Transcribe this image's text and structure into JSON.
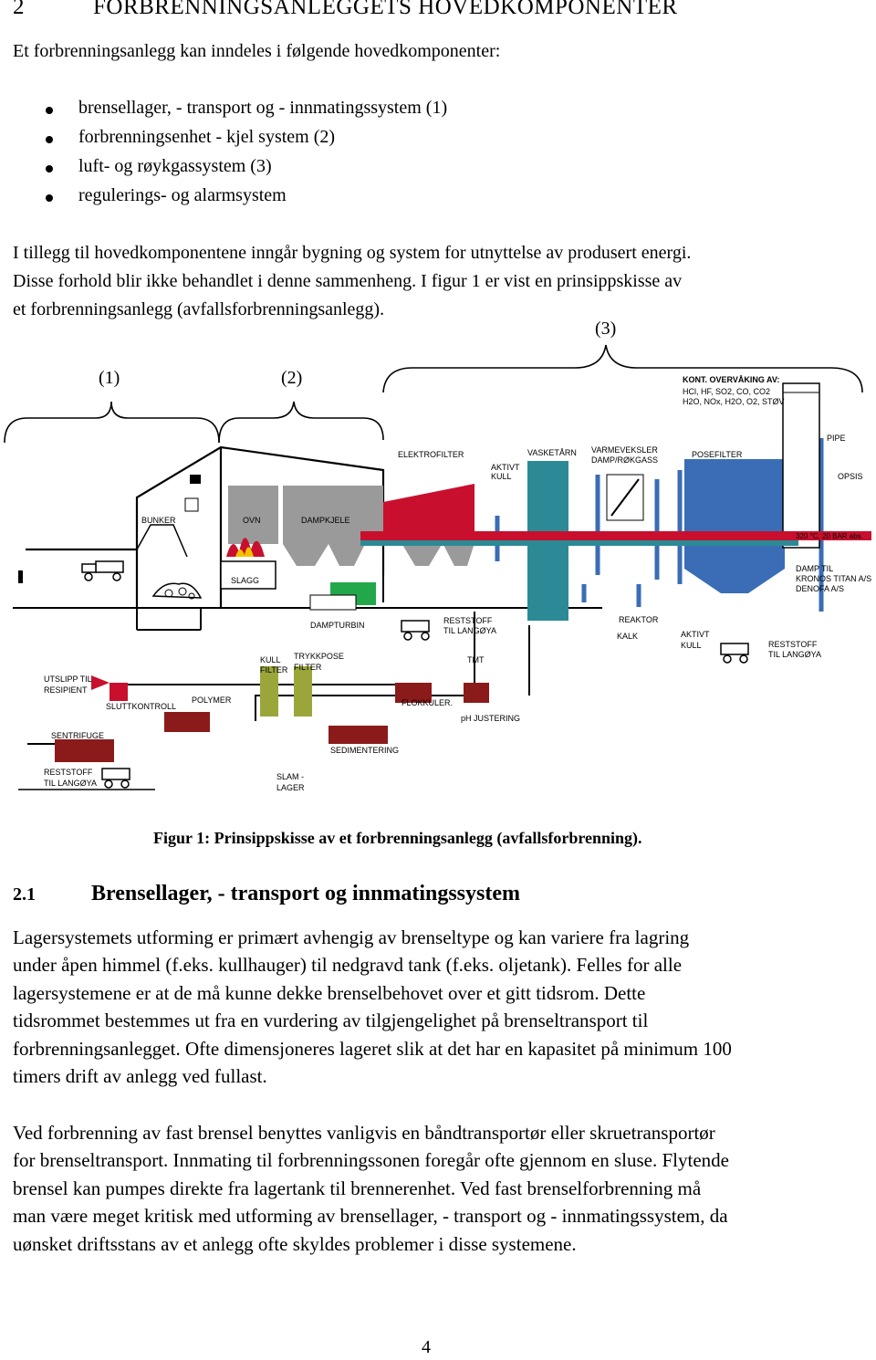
{
  "section": {
    "number": "2",
    "title": "FORBRENNINGSANLEGGETS HOVEDKOMPONENTER"
  },
  "intro": "Et forbrenningsanlegg kan inndeles i følgende hovedkomponenter:",
  "bullets": [
    "brensellager, - transport og - innmatingssystem (1)",
    "forbrenningsenhet - kjel system (2)",
    "luft- og røykgassystem (3)",
    "regulerings- og alarmsystem"
  ],
  "paragraph1": [
    "I tillegg til hovedkomponentene inngår bygning og system for utnyttelse av produsert energi.",
    "Disse forhold blir ikke behandlet i denne sammenheng. I figur 1 er vist en prinsippskisse av",
    "et forbrenningsanlegg (avfallsforbrenningsanlegg)."
  ],
  "figure": {
    "brackets": [
      "(1)",
      "(2)",
      "(3)"
    ],
    "labels": {
      "kont": "KONT. OVERVÅKING AV:",
      "kont2": "HCl, HF, SO2, CO, CO2",
      "kont3": "H2O, NOx, H2O, O2, STØV",
      "pipe": "PIPE",
      "opsis": "OPSIS",
      "elektrofilter": "ELEKTROFILTER",
      "aktivt_kull_top": [
        "AKTIVT",
        "KULL"
      ],
      "vasketarn": "VASKETÅRN",
      "varmeveksler": [
        "VARMEVEKSLER",
        "DAMP/RØKGASS"
      ],
      "posefilter": "POSEFILTER",
      "bunker": "BUNKER",
      "ovn": "OVN",
      "dampkjele": "DAMPKJELE",
      "slagg": "SLAGG",
      "bar": "320 °C, 20 BAR abs.",
      "damp_til": [
        "DAMP TIL",
        "KRONOS TITAN A/S",
        "DENOFA A/S"
      ],
      "dampturbin": "DAMPTURBIN",
      "reststoff1": [
        "RESTSTOFF",
        "TIL LANGØYA"
      ],
      "reaktor": "REAKTOR",
      "kalk": "KALK",
      "aktivt_kull_bottom": [
        "AKTIVT",
        "KULL"
      ],
      "reststoff2": [
        "RESTSTOFF",
        "TIL LANGØYA"
      ],
      "utslipp": [
        "UTSLIPP TIL",
        "RESIPIENT"
      ],
      "kull_filter": [
        "KULL",
        "FILTER"
      ],
      "trykkpose": [
        "TRYKKPOSE",
        "FILTER"
      ],
      "tmt": "TMT",
      "polymer": "POLYMER",
      "sluttkontroll": "SLUTTKONTROLL",
      "flokkuler": "FLOKKULER.",
      "ph": "pH JUSTERING",
      "sentrifuge": "SENTRIFUGE",
      "sedimentering": "SEDIMENTERING",
      "reststoff3": [
        "RESTSTOFF",
        "TIL LANGØYA"
      ],
      "slam": [
        "SLAM -",
        "LAGER"
      ]
    },
    "colors": {
      "red": "#c8102e",
      "blue": "#3a6db5",
      "teal": "#2b8a95",
      "green": "#22a84a",
      "olive": "#9aa63a",
      "grey": "#9a9a9a",
      "maroon": "#8b1a1a"
    },
    "caption": "Figur 1: Prinsippskisse av et forbrenningsanlegg (avfallsforbrenning)."
  },
  "subsection": {
    "number": "2.1",
    "title": "Brensellager, - transport og innmatingssystem"
  },
  "paragraph2": [
    "Lagersystemets utforming er primært avhengig av brenseltype og kan variere fra lagring",
    "under åpen himmel (f.eks. kullhauger) til nedgravd tank (f.eks. oljetank). Felles for alle",
    "lagersystemene er at de må kunne dekke brenselbehovet over et gitt tidsrom. Dette",
    "tidsrommet bestemmes ut fra en vurdering av tilgjengelighet på brenseltransport til",
    "forbrenningsanlegget. Ofte dimensjoneres lageret slik at det har en kapasitet på minimum 100",
    "timers drift av anlegg ved fullast."
  ],
  "paragraph3": [
    "Ved forbrenning av fast brensel benyttes vanligvis en båndtransportør eller skruetransportør",
    "for brenseltransport. Innmating til forbrenningssonen foregår ofte gjennom en sluse. Flytende",
    "brensel kan pumpes direkte fra lagertank til brennerenhet. Ved fast brenselforbrenning må",
    "man være meget kritisk med utforming av brensellager, - transport og - innmatingssystem, da",
    "uønsket driftsstans av et anlegg ofte skyldes problemer i disse systemene."
  ],
  "page_number": "4"
}
